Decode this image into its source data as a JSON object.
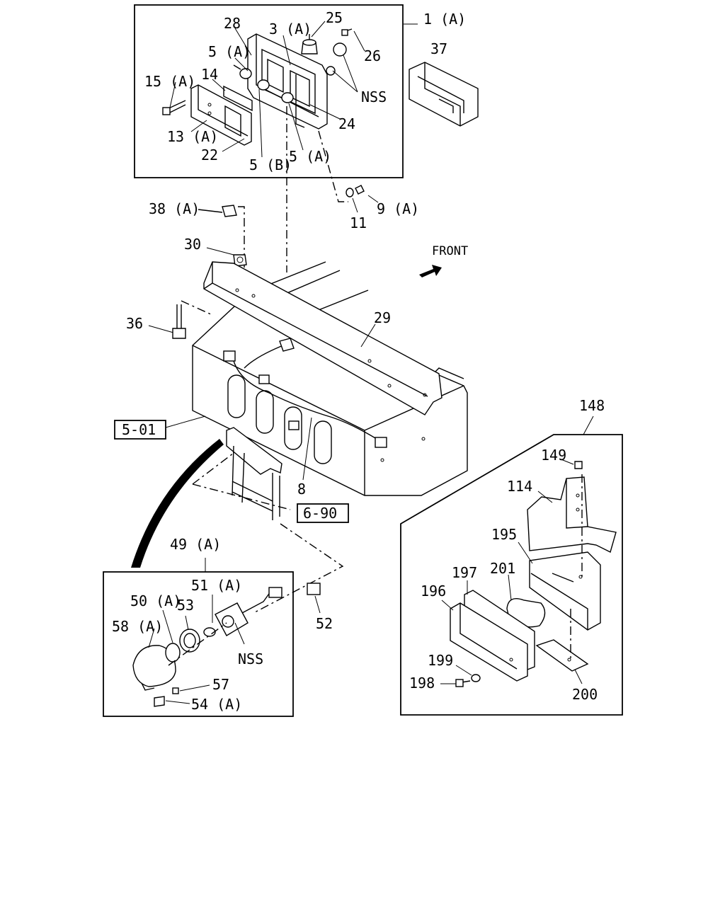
{
  "diagram": {
    "callouts": {
      "c1A": "1 (A)",
      "c25": "25",
      "c28": "28",
      "c3A": "3 (A)",
      "c26": "26",
      "c37": "37",
      "c5A_top": "5 (A)",
      "c15A": "15 (A)",
      "c14": "14",
      "cNSS_top": "NSS",
      "c24": "24",
      "c13A": "13 (A)",
      "c22": "22",
      "c5B": "5 (B)",
      "c5A_bot": "5 (A)",
      "c38A": "38 (A)",
      "c9A": "9 (A)",
      "c11": "11",
      "c30": "30",
      "cFront": "FRONT",
      "c36": "36",
      "c29": "29",
      "c501": "5-01",
      "c8": "8",
      "c148": "148",
      "c690": "6-90",
      "c149": "149",
      "c114": "114",
      "c49A": "49 (A)",
      "c195": "195",
      "c51A": "51 (A)",
      "c50A": "50 (A)",
      "c53": "53",
      "c197": "197",
      "c201": "201",
      "c196": "196",
      "c58A": "58 (A)",
      "cNSS_bot": "NSS",
      "c52": "52",
      "c199": "199",
      "c198": "198",
      "c57": "57",
      "c54A": "54 (A)",
      "c200": "200"
    }
  }
}
